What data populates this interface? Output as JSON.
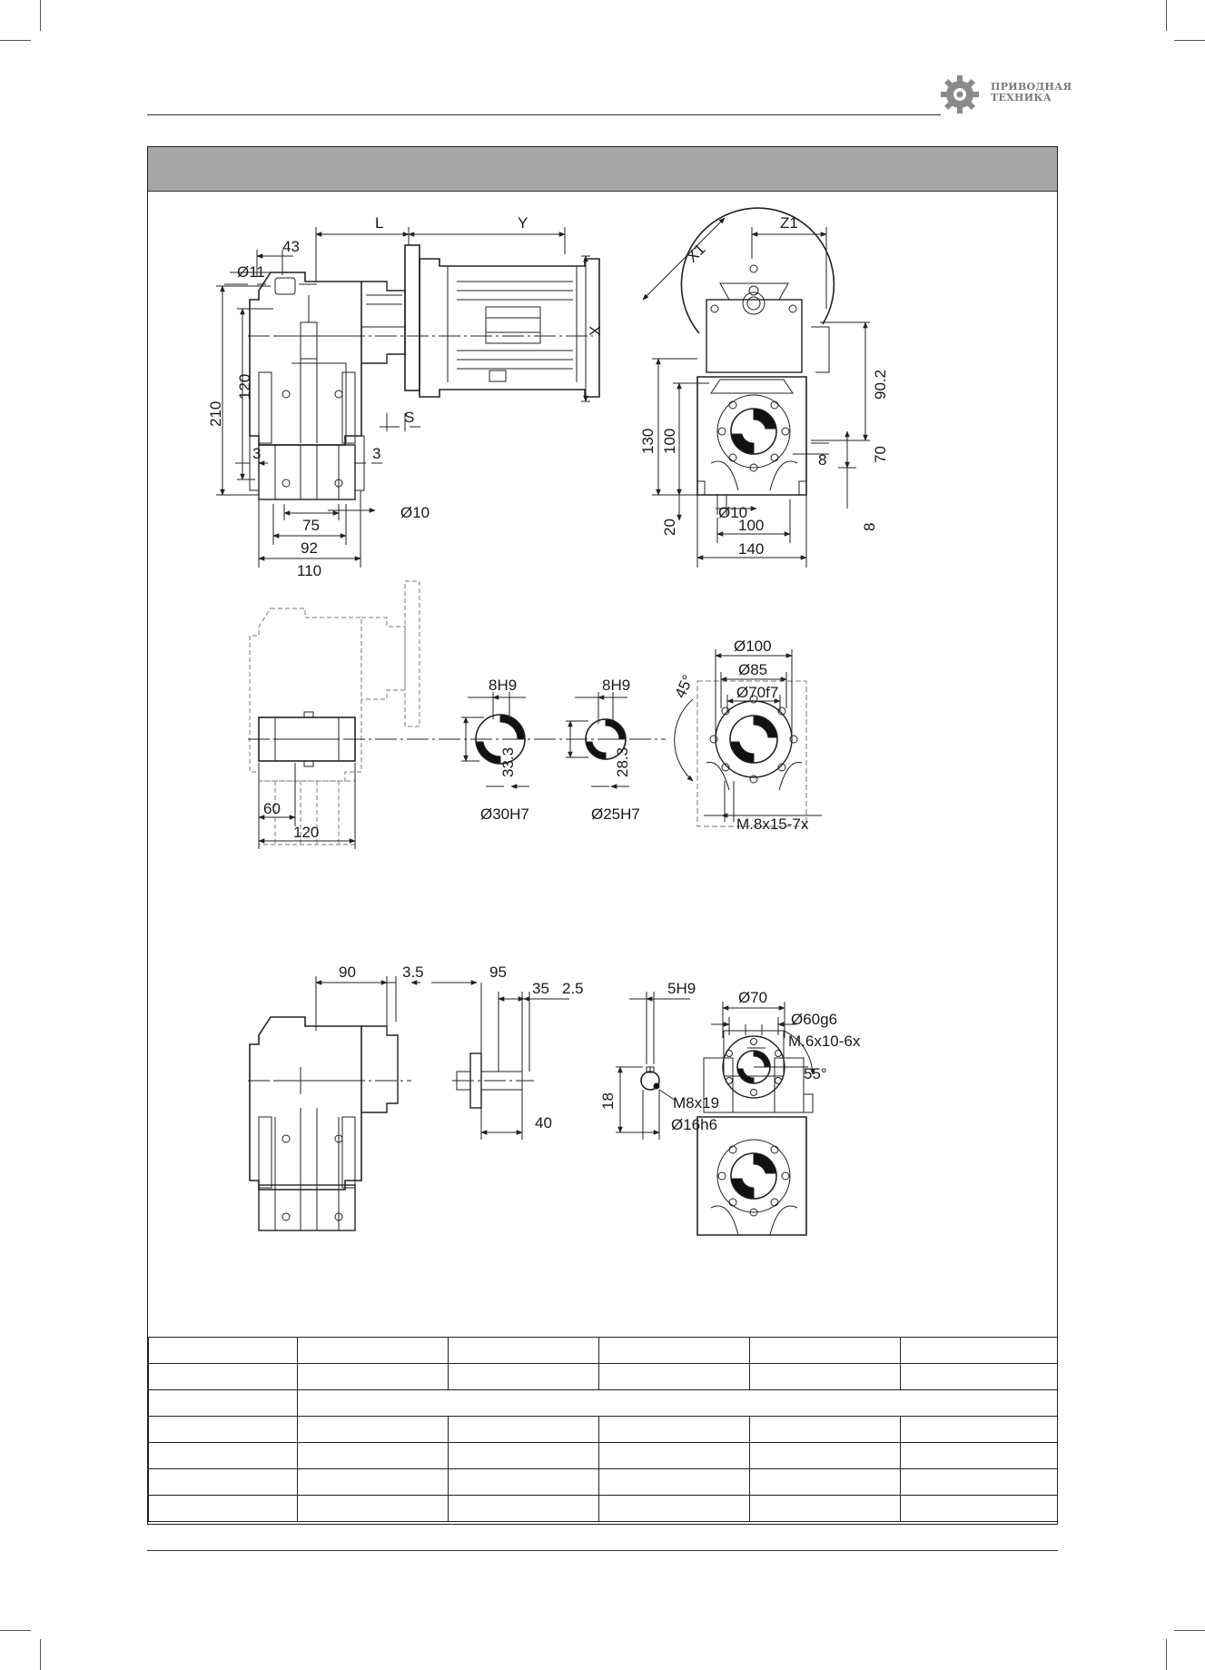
{
  "logo": {
    "line1": "ПРИВОДНАЯ",
    "line2": "ТЕХНИКА",
    "icon": "gear-icon",
    "color": "#8a8a8a"
  },
  "header_band": {
    "color": "#a6a6a6"
  },
  "dimensions": {
    "side": {
      "L": "L",
      "Y": "Y",
      "X": "X",
      "S": "S",
      "d43": "43",
      "dia11": "Ø11",
      "d120": "120",
      "d210": "210",
      "d3a": "3",
      "d3b": "3",
      "dia10": "Ø10",
      "d75": "75",
      "d92": "92",
      "d110": "110"
    },
    "front": {
      "X1": "X1",
      "Z1": "Z1",
      "d90_2": "90.2",
      "d130": "130",
      "d100v": "100",
      "d8a": "8",
      "d70": "70",
      "d20": "20",
      "dia10": "Ø10",
      "d8b": "8",
      "d100h": "100",
      "d140": "140"
    },
    "hollow": {
      "d60": "60",
      "d120": "120",
      "key8a": "8H9",
      "h33": "33.3",
      "dia30": "Ø30H7",
      "key8b": "8H9",
      "h28": "28.3",
      "dia25": "Ø25H7"
    },
    "flange": {
      "dia100": "Ø100",
      "dia85": "Ø85",
      "dia70f7": "Ø70f7",
      "ang45": "45°",
      "thread": "M.8x15-7x"
    },
    "shaft": {
      "d90": "90",
      "d3_5": "3.5",
      "d95": "95",
      "d35": "35",
      "d2_5": "2.5",
      "d40": "40",
      "key5": "5H9",
      "m8": "M8x19",
      "h18": "18",
      "dia16": "Ø16h6"
    },
    "input": {
      "dia70": "Ø70",
      "dia60": "Ø60g6",
      "thread": "M.6x10-6x",
      "ang55": "55°"
    }
  },
  "spec_table": {
    "rows": [
      [
        "",
        "",
        "",
        "",
        "",
        ""
      ],
      [
        "",
        "",
        "",
        "",
        "",
        ""
      ],
      [
        "",
        ""
      ],
      [
        "",
        "",
        "",
        "",
        "",
        ""
      ],
      [
        "",
        "",
        "",
        "",
        "",
        ""
      ],
      [
        "",
        "",
        "",
        "",
        "",
        ""
      ],
      [
        "",
        "",
        "",
        "",
        "",
        ""
      ]
    ]
  }
}
